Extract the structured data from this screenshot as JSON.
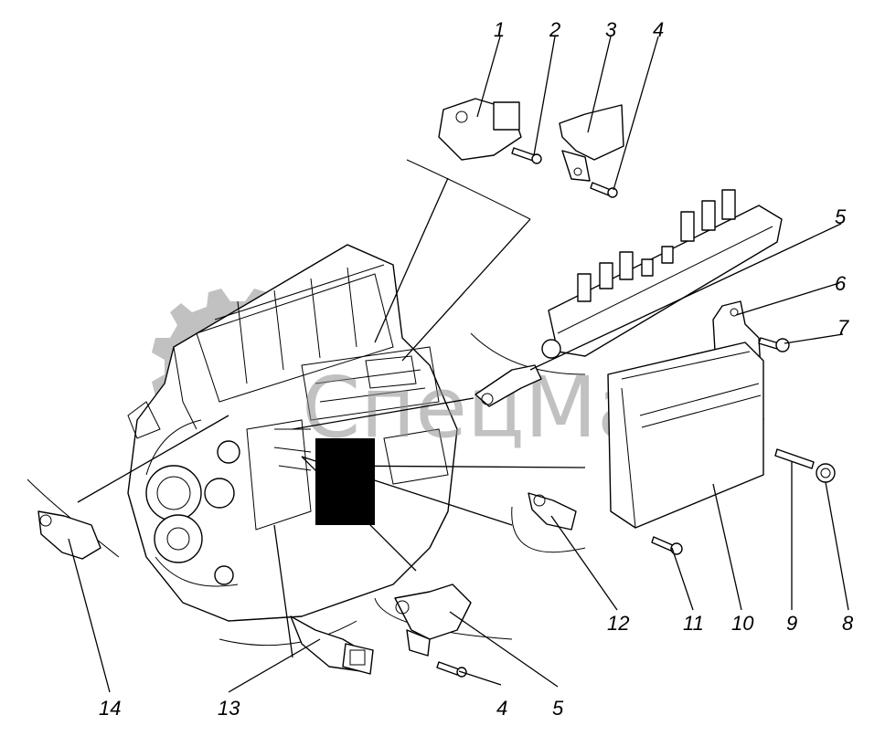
{
  "watermark": {
    "text": "СпецМаш"
  },
  "callouts": [
    "1",
    "2",
    "3",
    "4",
    "5",
    "6",
    "7",
    "8",
    "9",
    "10",
    "11",
    "12",
    "13",
    "14",
    "4",
    "5"
  ]
}
